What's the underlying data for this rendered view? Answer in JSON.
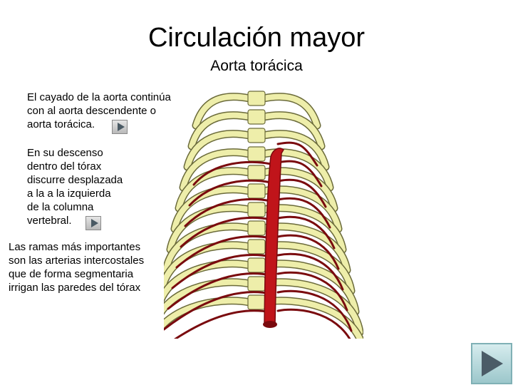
{
  "slide": {
    "title": "Circulación mayor",
    "subtitle": "Aorta torácica",
    "paragraphs": [
      "El cayado de la aorta continúa\ncon al aorta descendente o\naorta torácica.",
      "En su descenso\ndentro del tórax\ndiscurre desplazada\na la  a la izquierda\nde la columna\nvertebral.",
      "Las ramas más importantes\nson las arterias intercostales\nque de forma segmentaria\nirrigan las paredes del tórax"
    ]
  },
  "colors": {
    "bone": "#eeeeaa",
    "bone_outline": "#6b6b3a",
    "artery": "#c0141a",
    "artery_dark": "#7a0a0e",
    "next_button": "#a9d2d6"
  },
  "icons": {
    "inline_play": "play-icon",
    "next": "next-slide-icon"
  }
}
